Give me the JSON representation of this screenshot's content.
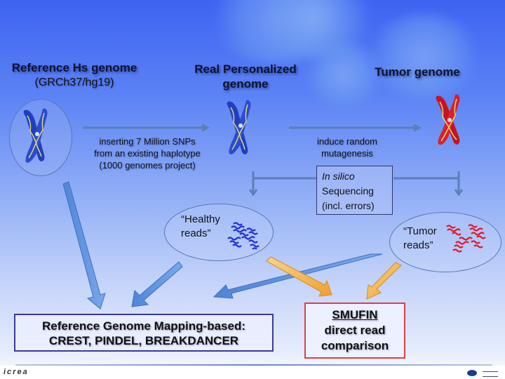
{
  "slide": {
    "titles": {
      "reference": {
        "main": "Reference Hs genome",
        "sub": "(GRCh37/hg19)"
      },
      "personalized": {
        "line1": "Real Personalized",
        "line2": "genome"
      },
      "tumor": "Tumor genome"
    },
    "arrow_labels": {
      "snps": [
        "inserting 7 Million SNPs",
        "from an existing haplotype",
        "(1000 genomes project)"
      ],
      "mutagenesis": [
        "induce random",
        "mutagenesis"
      ]
    },
    "sequencing_box": {
      "line1_italic": "In silico",
      "line2": "Sequencing",
      "line3": "(incl. errors)"
    },
    "reads": {
      "healthy": {
        "line1": "“Healthy",
        "line2": "reads”",
        "color": "#1a2fd6"
      },
      "tumor": {
        "line1": "“Tumor",
        "line2": "reads”",
        "color": "#e0182a"
      }
    },
    "methods": {
      "reference_mapping": {
        "line1": "Reference Genome Mapping-based:",
        "line2": "CREST, PINDEL, BREAKDANCER"
      },
      "smufin": {
        "line1": "SMUFIN",
        "line2": "direct read",
        "line3": "comparison"
      }
    },
    "footer": {
      "left_logo": "icrea"
    },
    "colors": {
      "chromosome_normal": "#1f3fc0",
      "chromosome_tumor": "#c8121e",
      "blue_arrow": "#5b8ee0",
      "orange_arrow": "#f5b04a",
      "smufin_border": "#d9414b",
      "reference_border": "#3a3a9a"
    }
  }
}
